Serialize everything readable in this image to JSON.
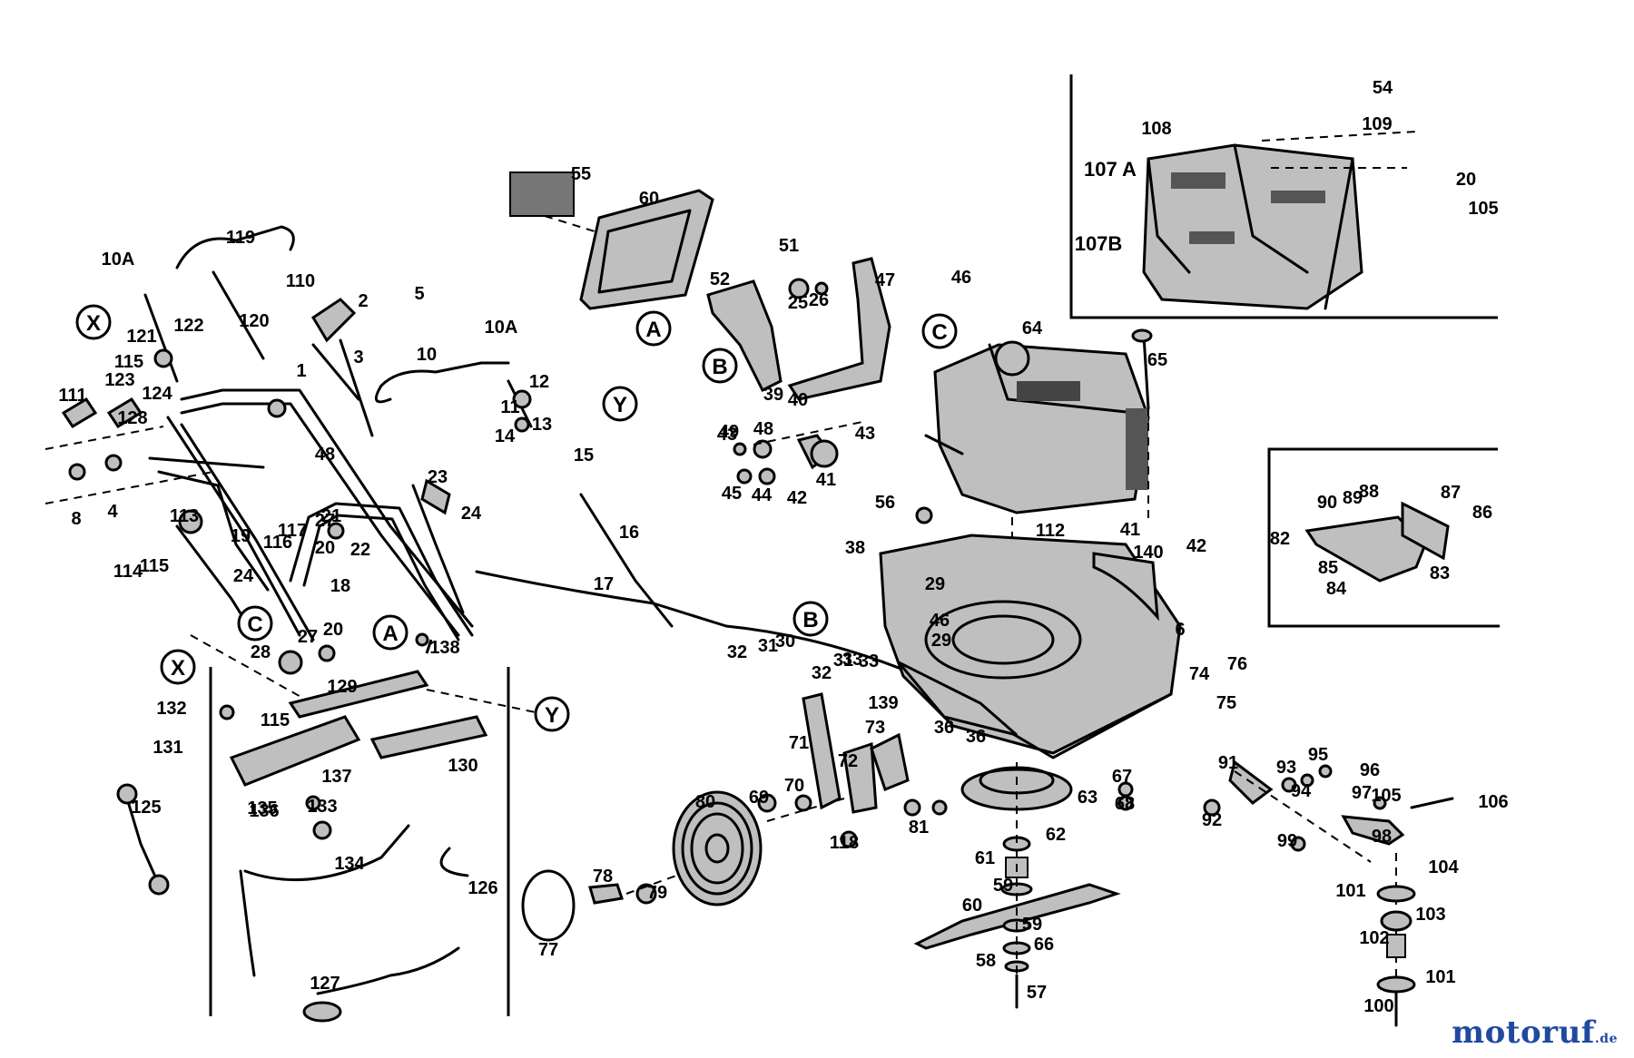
{
  "diagram": {
    "labels": [
      "1",
      "2",
      "3",
      "4",
      "5",
      "6",
      "8",
      "10",
      "10A",
      "10A",
      "11",
      "12",
      "13",
      "14",
      "15",
      "16",
      "17",
      "18",
      "19",
      "20",
      "20",
      "20",
      "21",
      "22",
      "23",
      "24",
      "24",
      "25",
      "26",
      "27",
      "27",
      "28",
      "29",
      "29",
      "30",
      "31",
      "31",
      "32",
      "32",
      "33",
      "33",
      "36",
      "36",
      "38",
      "39",
      "40",
      "41",
      "41",
      "42",
      "42",
      "43",
      "43",
      "44",
      "45",
      "46",
      "46",
      "47",
      "48",
      "48",
      "49",
      "51",
      "52",
      "54",
      "55",
      "56",
      "57",
      "58",
      "59",
      "59",
      "60",
      "60",
      "61",
      "62",
      "63",
      "64",
      "65",
      "66",
      "67",
      "68",
      "69",
      "70",
      "71",
      "72",
      "73",
      "74",
      "75",
      "76",
      "77",
      "78",
      "79",
      "80",
      "81",
      "82",
      "83",
      "84",
      "85",
      "86",
      "87",
      "88",
      "89",
      "90",
      "91",
      "92",
      "93",
      "94",
      "95",
      "96",
      "97",
      "98",
      "99",
      "100",
      "101",
      "101",
      "102",
      "103",
      "104",
      "105",
      "105",
      "106",
      "107 A",
      "107B",
      "108",
      "109",
      "110",
      "111",
      "112",
      "113",
      "114",
      "115",
      "115",
      "115",
      "116",
      "117",
      "118",
      "119",
      "120",
      "121",
      "122",
      "123",
      "124",
      "125",
      "126",
      "127",
      "128",
      "129",
      "130",
      "131",
      "132",
      "133",
      "134",
      "135",
      "136",
      "137",
      "138",
      "139",
      "140"
    ],
    "callouts": [
      "X",
      "X",
      "Y",
      "Y",
      "A",
      "A",
      "B",
      "B",
      "C",
      "C"
    ]
  },
  "watermark": {
    "brand": "motoruf",
    "tld": ".de"
  }
}
